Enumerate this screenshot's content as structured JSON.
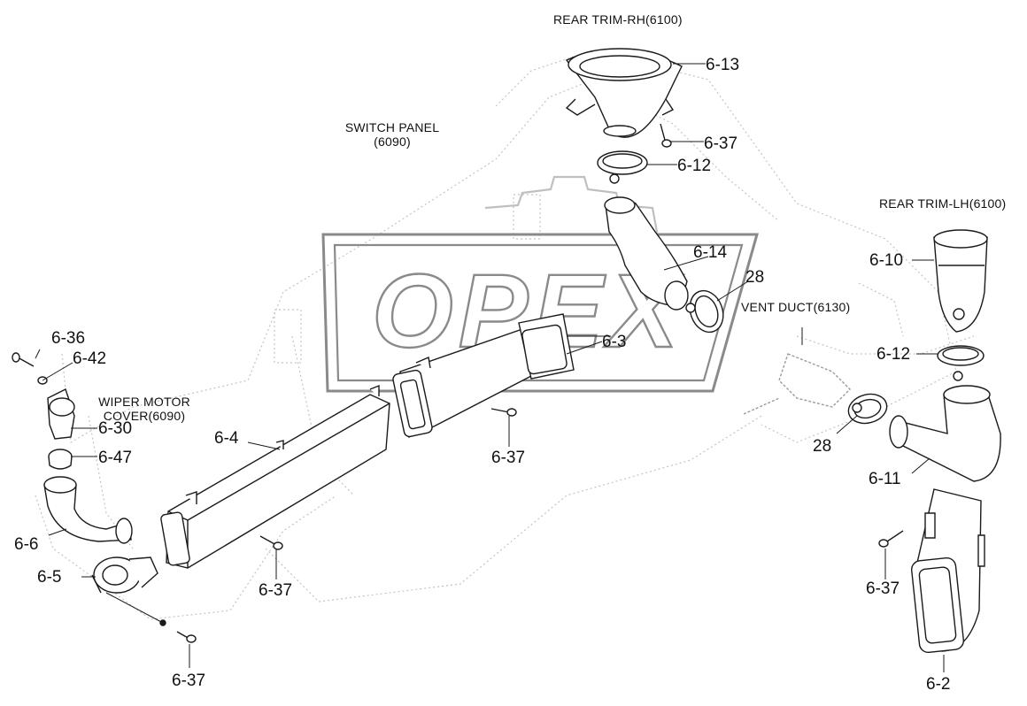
{
  "diagram": {
    "watermark": "OPEX",
    "section_labels": {
      "rear_trim_rh": "REAR TRIM-RH(6100)",
      "switch_panel_line1": "SWITCH PANEL",
      "switch_panel_line2": "(6090)",
      "rear_trim_lh": "REAR TRIM-LH(6100)",
      "vent_duct": "VENT DUCT(6130)",
      "wiper_motor_line1": "WIPER MOTOR",
      "wiper_motor_line2": "COVER(6090)"
    },
    "part_labels": {
      "p6_13": "6-13",
      "p6_37_top": "6-37",
      "p6_12_top": "6-12",
      "p6_14": "6-14",
      "p28_top": "28",
      "p6_10": "6-10",
      "p6_12_right": "6-12",
      "p6_3": "6-3",
      "p6_36": "6-36",
      "p6_42": "6-42",
      "p6_30": "6-30",
      "p6_47": "6-47",
      "p6_4": "6-4",
      "p6_37_mid": "6-37",
      "p28_right": "28",
      "p6_11": "6-11",
      "p6_6": "6-6",
      "p6_5": "6-5",
      "p6_37_lowmid": "6-37",
      "p6_37_right": "6-37",
      "p6_37_bottom": "6-37",
      "p6_2": "6-2"
    }
  }
}
